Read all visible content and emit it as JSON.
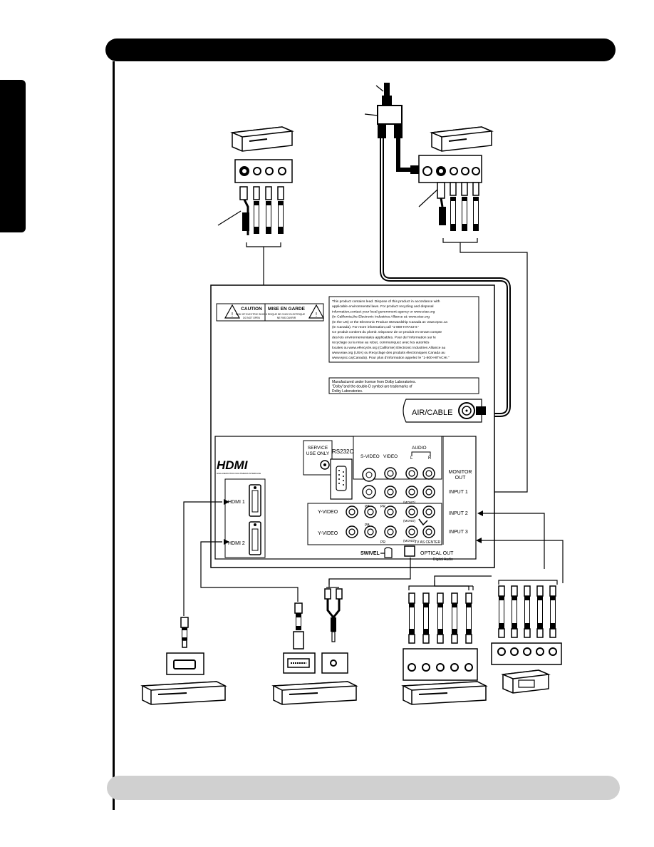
{
  "panel": {
    "caution_title": "CAUTION",
    "caution_sub1": "RISK OF ELECTRIC SHOCK",
    "caution_sub2": "DO NOT OPEN",
    "mise_title": "MISE EN GARDE",
    "mise_sub1": "RISQUE DE CHOC ELECTRIQUE",
    "mise_sub2": "NE PAS OUVRIR",
    "notice_lines": [
      "This product contains lead. Dispose of this product in accordance with",
      "applicable environmental laws. For product recycling and disposal",
      "information,contact your local government agency or www.eiae.org",
      "(In California,the Electronic Industries Alliance at: www.eiae.org",
      "(In the US) or the Electronic Product Stewardship Canada at: www.epsc.ca",
      "(In Canada). For more information,call \"1-800-HITACHI.\"",
      "Ce produit contient du plomb. Disposez de ce produit en tenant compte",
      "des lois environnementales applicables. Pour de l'information sur le",
      "recyclage ou la mise au rebut, communiquez avec les autorités",
      "locales ou www.eRecycle.org (Californie) Electronic Industries Alliance au",
      "www.eiae.org (USA) ou Recyclage des produits électroniques Canada au",
      "www.epsc.ca(Canada). Pour plus d'information appelez le \"1-800-HITACHI.\""
    ],
    "dolby_lines": [
      "Manufactured under license from Dolby Laboratories.",
      "\"Dolby\"and the double-D symbol are trademarks of",
      "Dolby Laboratories."
    ],
    "air_cable": "AIR/CABLE",
    "service": "SERVICE",
    "use_only": "USE ONLY",
    "rs232c": "RS232C",
    "hdmi_logo": "HDMI",
    "hdmi_tagline": "HIGH-DEFINITION MULTIMEDIA INTERFACE",
    "hdmi1": "HDMI 1",
    "hdmi2": "HDMI 2",
    "s_video": "S-VIDEO",
    "video": "VIDEO",
    "audio": "AUDIO",
    "l": "L",
    "r": "R",
    "mono": "(MONO)",
    "y_video": "Y-VIDEO",
    "pb": "PB",
    "pr": "PR",
    "monitor_out": [
      "MONITOR",
      "OUT"
    ],
    "input1": "INPUT 1",
    "input2": "INPUT 2",
    "input3": "INPUT 3",
    "tv_as_center": "TV AS CENTER",
    "swivel": "SWIVEL",
    "optical_out": "OPTICAL OUT",
    "digital_audio": "Digital Audio"
  },
  "colors": {
    "ink": "#000000",
    "footer": "#d0d0d0",
    "background": "#ffffff"
  }
}
